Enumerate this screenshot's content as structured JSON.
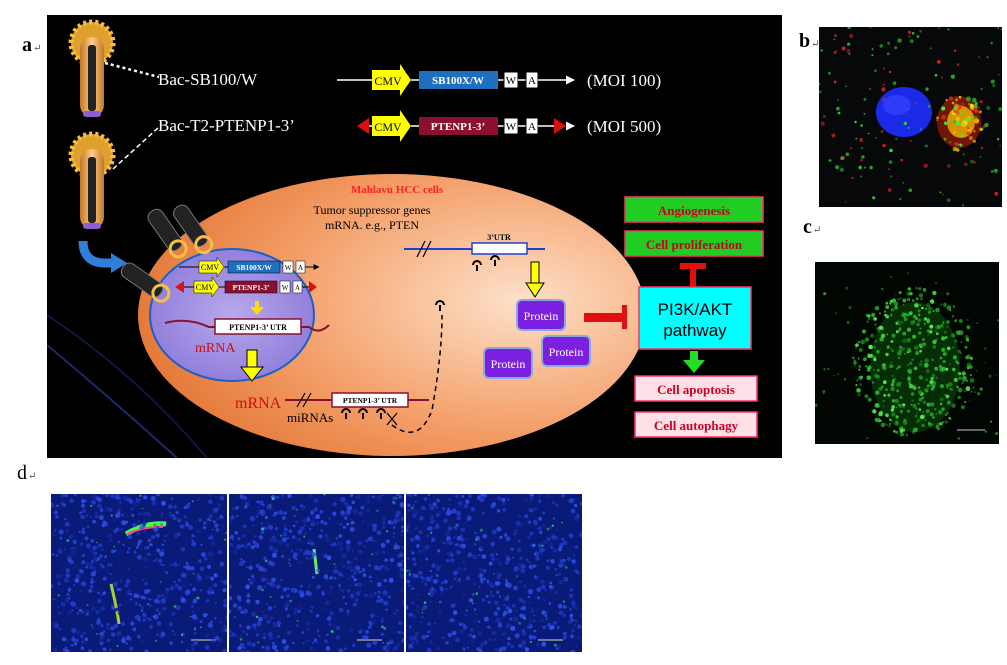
{
  "panel_labels": {
    "a": "a",
    "b": "b",
    "c": "c",
    "d": "d",
    "mark": "↵"
  },
  "vectors": [
    {
      "name": "Bac-SB100/W",
      "cassette": [
        "CMV",
        "SB100X/W",
        "W",
        "A"
      ],
      "moi": "(MOI 100)"
    },
    {
      "name": "Bac-T2-PTENP1-3’",
      "cassette": [
        "CMV",
        "PTENP1-3’",
        "W",
        "A"
      ],
      "moi": "(MOI 500)"
    }
  ],
  "cell": {
    "title": "Mahlavu HCC cells",
    "tsg_line1": "Tumor suppressor genes",
    "tsg_line2": "mRNA. e.g., PTEN",
    "utr": "3’UTR",
    "nucleus_cassettes": [
      [
        "CMV",
        "SB100X/W",
        "W",
        "A"
      ],
      [
        "CMV",
        "PTENP1-3’",
        "W",
        "A"
      ]
    ],
    "nuclear_utr": "PTENP1-3’ UTR",
    "nuclear_mrna": "mRNA",
    "cyto_mrna": "mRNA",
    "cyto_utr": "PTENP1-3’ UTR",
    "mirnas": "miRNAs",
    "protein": "Protein"
  },
  "pathway": {
    "angiogenesis": "Angiogenesis",
    "proliferation": "Cell proliferation",
    "node_line1": "PI3K/AKT",
    "node_line2": "pathway",
    "apoptosis": "Cell apoptosis",
    "autophagy": "Cell autophagy"
  },
  "colors": {
    "cmv": "#ffff00",
    "sb100": "#1f6fbf",
    "ptenp1": "#8b1030",
    "green_box": "#22cc22",
    "pi3k": "#00ffff",
    "inhibit": "#e01010",
    "protein": "#7b1fe0",
    "title_red": "#ff2020"
  }
}
